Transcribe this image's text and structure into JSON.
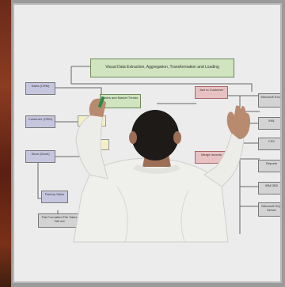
{
  "diagram": {
    "title": "Visual Data Extraction, Aggregation, Transformation and Loading",
    "sources": [
      "Sales (CRM)",
      "Customer (CRM)",
      "Store (Excel)",
      "Factory Sales"
    ],
    "targets": [
      "Microsoft Excel",
      "XML",
      "CSV",
      "Reports",
      "IBM DB2",
      "Microsoft SQL Server"
    ],
    "processes": [
      "Sales and Market Trends",
      "Join to Customer",
      "Merge records",
      "Flat Formatted File Sales Tab out"
    ]
  },
  "colors": {
    "board": "#ececec",
    "source": "#c6c6df",
    "target": "#d3d3d3",
    "title": "#cfe4bf",
    "merge": "#e8c2c2",
    "shirt": "#f0f0ee",
    "hair": "#1e1a18"
  }
}
